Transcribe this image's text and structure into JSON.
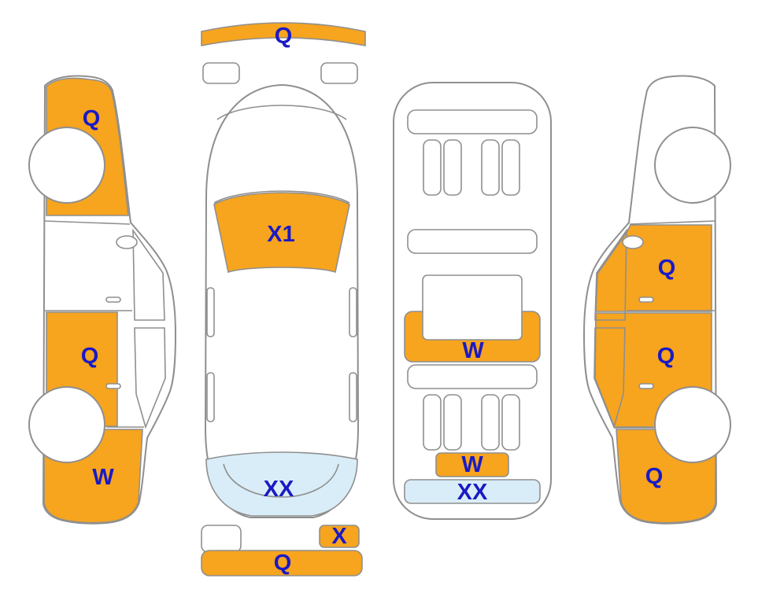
{
  "diagram": {
    "type": "vehicle-damage-map",
    "views": [
      "left side",
      "top",
      "interior",
      "right side"
    ]
  },
  "colors": {
    "damage": "#F7A41E",
    "glass_damage": "#D9EDF8",
    "label": "#1A1AC4",
    "outline": "#8F8F8F"
  },
  "views": {
    "left_side": {
      "name": "left side view",
      "markers": [
        {
          "code": "Q",
          "zone": "front fender"
        },
        {
          "code": "Q",
          "zone": "rear door"
        },
        {
          "code": "W",
          "zone": "rear quarter panel"
        }
      ]
    },
    "top": {
      "name": "top view",
      "markers": [
        {
          "code": "Q",
          "zone": "front bumper"
        },
        {
          "code": "X1",
          "zone": "windshield"
        },
        {
          "code": "XX",
          "zone": "rear window"
        },
        {
          "code": "X",
          "zone": "rear corner"
        },
        {
          "code": "Q",
          "zone": "rear bumper"
        }
      ]
    },
    "interior": {
      "name": "interior view",
      "markers": [
        {
          "code": "W",
          "zone": "center floor"
        },
        {
          "code": "W",
          "zone": "rear floor"
        },
        {
          "code": "XX",
          "zone": "rear panel"
        }
      ]
    },
    "right_side": {
      "name": "right side view",
      "markers": [
        {
          "code": "Q",
          "zone": "front door"
        },
        {
          "code": "Q",
          "zone": "rear door"
        },
        {
          "code": "Q",
          "zone": "rear quarter panel"
        }
      ]
    }
  }
}
